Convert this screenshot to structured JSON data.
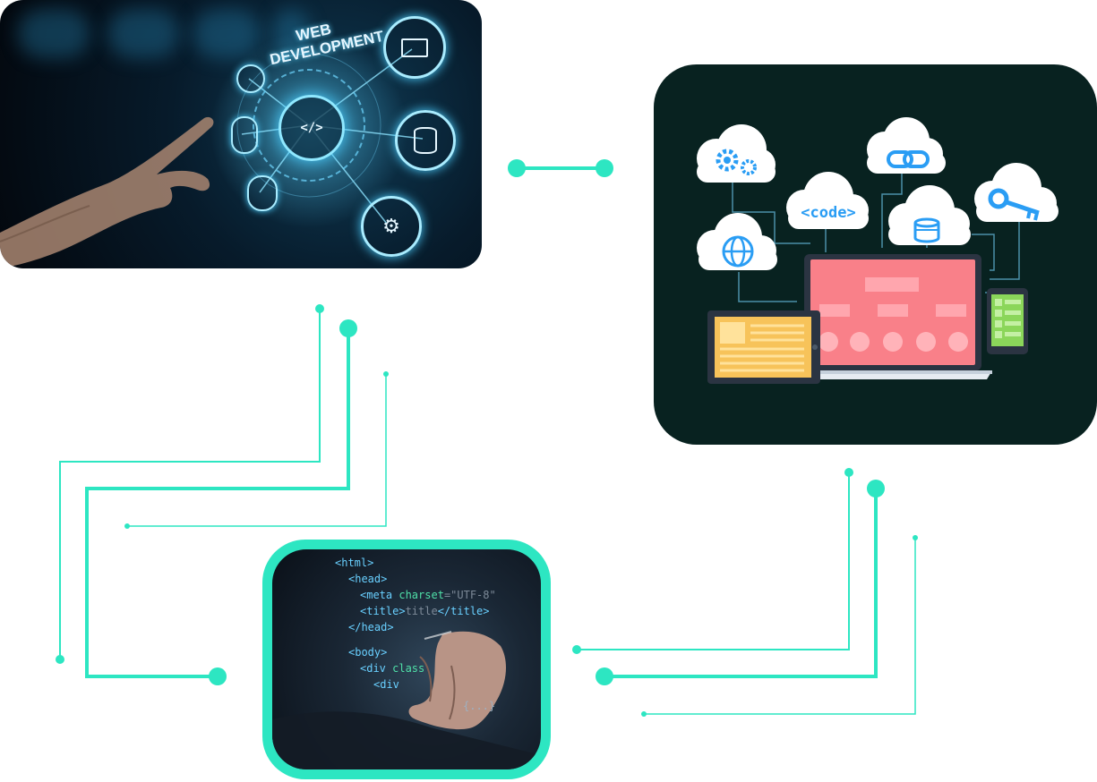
{
  "theme": {
    "accent": "#2de6c2",
    "accent_bright": "#1ff0c8",
    "panel_dark": "#082220",
    "cloud_blue": "#2a9df4",
    "laptop_pink": "#f98089",
    "tablet_yellow": "#f7c35a",
    "phone_green": "#8bd65a"
  },
  "web_panel": {
    "headline_line1": "WEB",
    "headline_line2": "DEVELOPMENT",
    "center_glyph": "</>",
    "icons": [
      "globe-icon",
      "mobile-icon",
      "monitor-icon",
      "laptop-icon",
      "database-icon",
      "gears-icon",
      "code-sync-icon"
    ]
  },
  "cloud_panel": {
    "code_label": "<code>",
    "icons": [
      "gears-icon",
      "link-icon",
      "key-icon",
      "globe-icon",
      "database-icon",
      "laptop-icon",
      "tablet-icon",
      "phone-icon"
    ]
  },
  "code_panel": {
    "lines": [
      {
        "parts": [
          {
            "t": "<html>",
            "c": "tag"
          }
        ]
      },
      {
        "parts": [
          {
            "t": "<head>",
            "c": "tag"
          }
        ]
      },
      {
        "parts": [
          {
            "t": "<meta ",
            "c": "tag"
          },
          {
            "t": "charset",
            "c": "attr"
          },
          {
            "t": "=\"UTF-8\"",
            "c": "dim"
          }
        ]
      },
      {
        "parts": [
          {
            "t": "<title>",
            "c": "tag"
          },
          {
            "t": "title",
            "c": "dim"
          },
          {
            "t": "</title>",
            "c": "tag"
          }
        ]
      },
      {
        "parts": [
          {
            "t": "</head>",
            "c": "tag"
          }
        ]
      },
      {
        "parts": [
          {
            "t": "<body>",
            "c": "tag"
          }
        ]
      },
      {
        "parts": [
          {
            "t": "<div ",
            "c": "tag"
          },
          {
            "t": "class",
            "c": "attr"
          }
        ]
      },
      {
        "parts": [
          {
            "t": "<div",
            "c": "tag"
          }
        ]
      }
    ],
    "bracket_glyph": "{...}"
  }
}
